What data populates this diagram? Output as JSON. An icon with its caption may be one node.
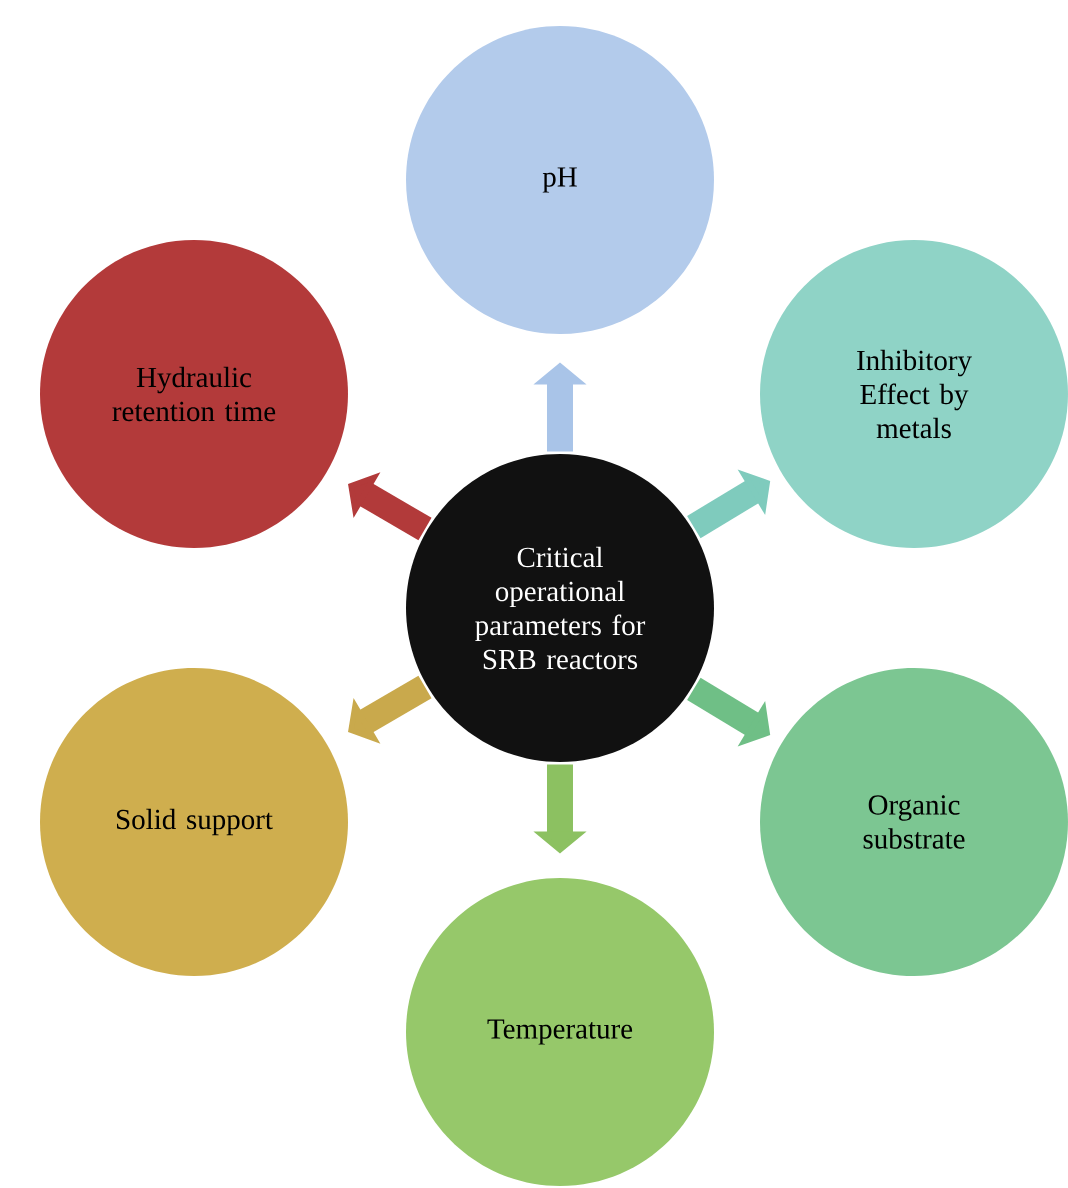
{
  "diagram": {
    "nodes": [
      {
        "text": [
          "Critical operational parameters for SRB reactors"
        ]
      },
      {
        "text": [
          "pH"
        ]
      },
      {
        "text": [
          "Inhibitory Effect by metals"
        ]
      },
      {
        "text": [
          "Organic substrate"
        ]
      },
      {
        "text": [
          "Temperature"
        ]
      },
      {
        "text": [
          "Solid support"
        ]
      },
      {
        "text": [
          "Hydraulic retention time"
        ]
      }
    ],
    "edges": [
      {
        "from": 0,
        "to": 1,
        "arrow": "to",
        "color": "#a9c4e8"
      },
      {
        "from": 0,
        "to": 2,
        "arrow": "to",
        "color": "#7fcbbd"
      },
      {
        "from": 0,
        "to": 3,
        "arrow": "to",
        "color": "#6fbf86"
      },
      {
        "from": 0,
        "to": 4,
        "arrow": "to",
        "color": "#8cc161"
      },
      {
        "from": 0,
        "to": 5,
        "arrow": "to",
        "color": "#c9a94c"
      },
      {
        "from": 0,
        "to": 6,
        "arrow": "to",
        "color": "#b23a3a"
      }
    ]
  }
}
